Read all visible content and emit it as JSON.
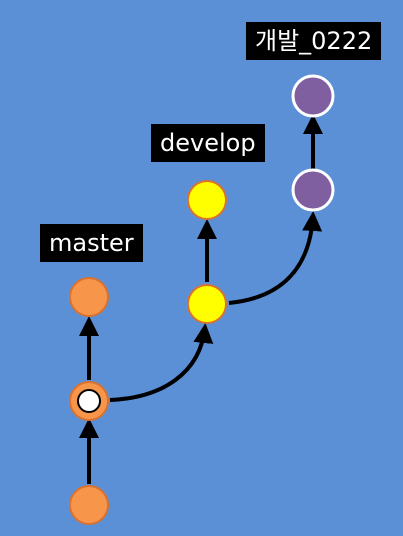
{
  "colors": {
    "background": "#5b8fd6",
    "master_fill": "#f7954b",
    "master_stroke": "#d9722e",
    "develop_fill": "#ffff00",
    "develop_stroke": "#d9722e",
    "feature_fill": "#7f5fa0",
    "feature_stroke": "#ffffff",
    "branch_point_fill": "#ffffff",
    "arrow": "#000000",
    "label_bg": "#000000",
    "label_text": "#ffffff"
  },
  "branches": {
    "master": {
      "label": "master"
    },
    "develop": {
      "label": "develop"
    },
    "feature": {
      "label": "개발_0222"
    }
  }
}
